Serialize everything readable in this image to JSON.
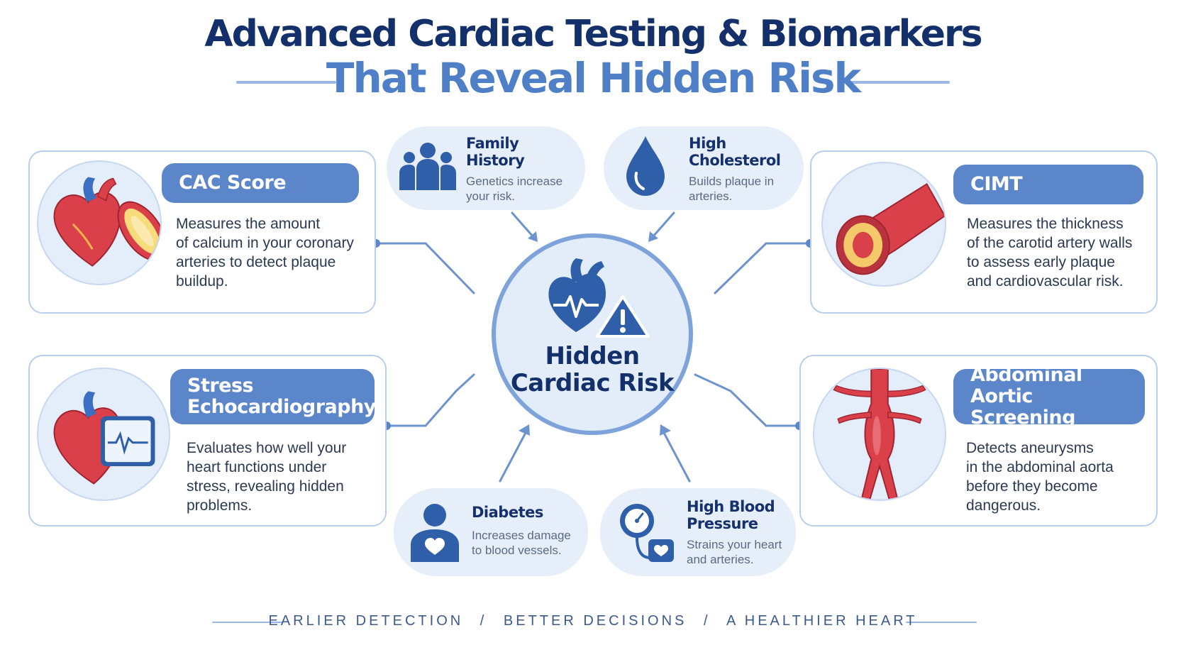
{
  "title": {
    "line1": "Advanced Cardiac Testing & Biomarkers",
    "line2": "That Reveal Hidden Risk"
  },
  "hub": {
    "label_line1": "Hidden",
    "label_line2": "Cardiac Risk"
  },
  "tests": {
    "cac": {
      "title": "CAC Score",
      "desc": [
        "Measures the amount",
        "of calcium in your coronary",
        "arteries to detect plaque",
        "buildup."
      ]
    },
    "cimt": {
      "title": "CIMT",
      "desc": [
        "Measures the thickness",
        "of the carotid artery walls",
        "to assess early plaque",
        "and cardiovascular risk."
      ]
    },
    "stress": {
      "title_line1": "Stress",
      "title_line2": "Echocardiography",
      "desc": [
        "Evaluates how well your",
        "heart functions under",
        "stress, revealing hidden",
        "problems."
      ]
    },
    "aortic": {
      "title_line1": "Abdominal Aortic",
      "title_line2": "Screening",
      "desc": [
        "Detects aneurysms",
        "in the abdominal aorta",
        "before they become",
        "dangerous."
      ]
    }
  },
  "risk_factors": {
    "family": {
      "title": [
        "Family",
        "History"
      ],
      "text": [
        "Genetics increase",
        "your risk."
      ]
    },
    "cholesterol": {
      "title": [
        "High",
        "Cholesterol"
      ],
      "text": [
        "Builds plaque in",
        "arteries."
      ]
    },
    "diabetes": {
      "title": [
        "Diabetes"
      ],
      "text": [
        "Increases damage",
        "to blood vessels."
      ]
    },
    "blood_pressure": {
      "title": [
        "High Blood",
        "Pressure"
      ],
      "text": [
        "Strains your heart",
        "and arteries."
      ]
    }
  },
  "footer": {
    "items": [
      "EARLIER DETECTION",
      "BETTER DECISIONS",
      "A HEALTHIER HEART"
    ],
    "separator": "/"
  },
  "colors": {
    "navy": "#13306b",
    "accent_blue": "#4f7fc7",
    "pill_blue": "#5b86c9",
    "connector": "#6d93cf",
    "heart_red": "#d9404a"
  },
  "icons": [
    "family-icon",
    "water-drop-icon",
    "person-heart-icon",
    "blood-pressure-gauge-icon",
    "heart-warning-icon",
    "heart-icon",
    "artery-icon",
    "ecg-monitor-icon",
    "aorta-icon"
  ]
}
